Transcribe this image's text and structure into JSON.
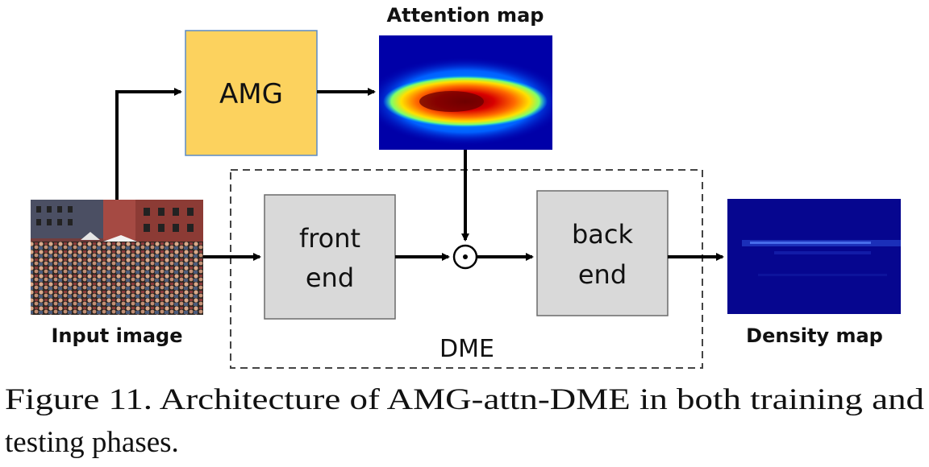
{
  "labels": {
    "amg": "AMG",
    "attention_map": "Attention map",
    "front_end_line1": "front",
    "front_end_line2": "end",
    "back_end_line1": "back",
    "back_end_line2": "end",
    "dme": "DME",
    "input_image": "Input image",
    "density_map": "Density map",
    "multiply_symbol": "⊙"
  },
  "caption": {
    "line1": "Figure 11. Architecture of AMG-attn-DME in both training and",
    "line2": "testing phases."
  },
  "colors": {
    "amg_fill": "#fcd25e",
    "amg_stroke": "#5b8bc6",
    "module_fill": "#d9d9d9",
    "module_stroke": "#6b6b6b",
    "arrow": "#000000",
    "density_bg": "#06068f"
  }
}
